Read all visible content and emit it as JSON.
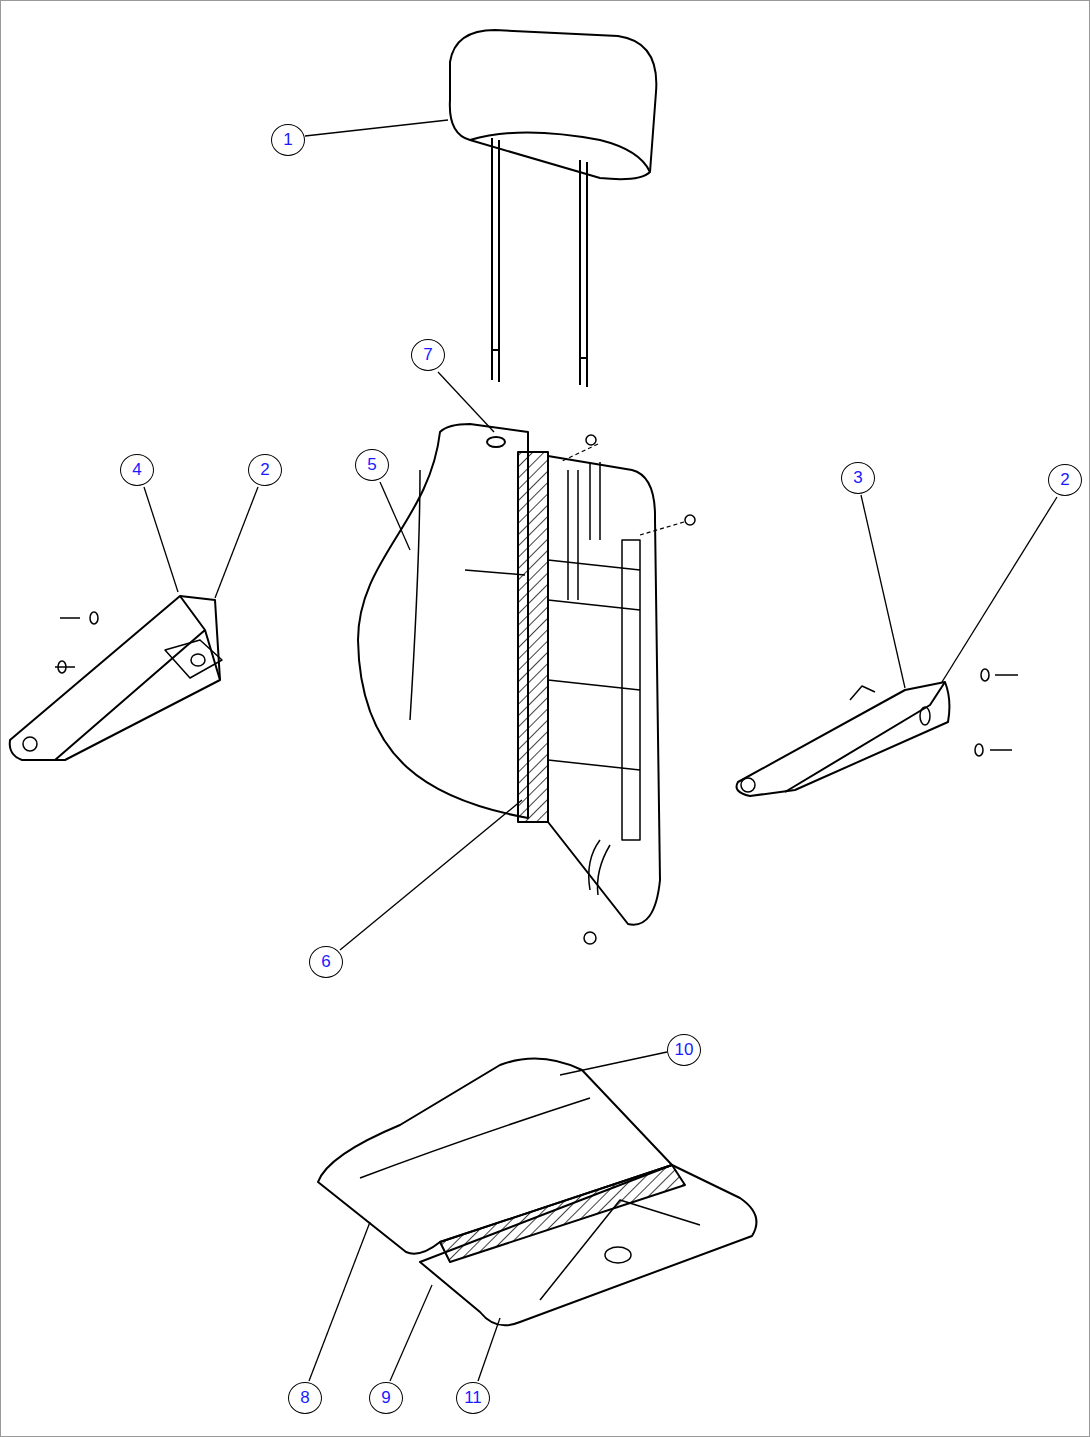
{
  "diagram": {
    "labels": [
      "1",
      "7",
      "4",
      "2",
      "5",
      "3",
      "2",
      "6",
      "10",
      "8",
      "9",
      "11"
    ]
  }
}
